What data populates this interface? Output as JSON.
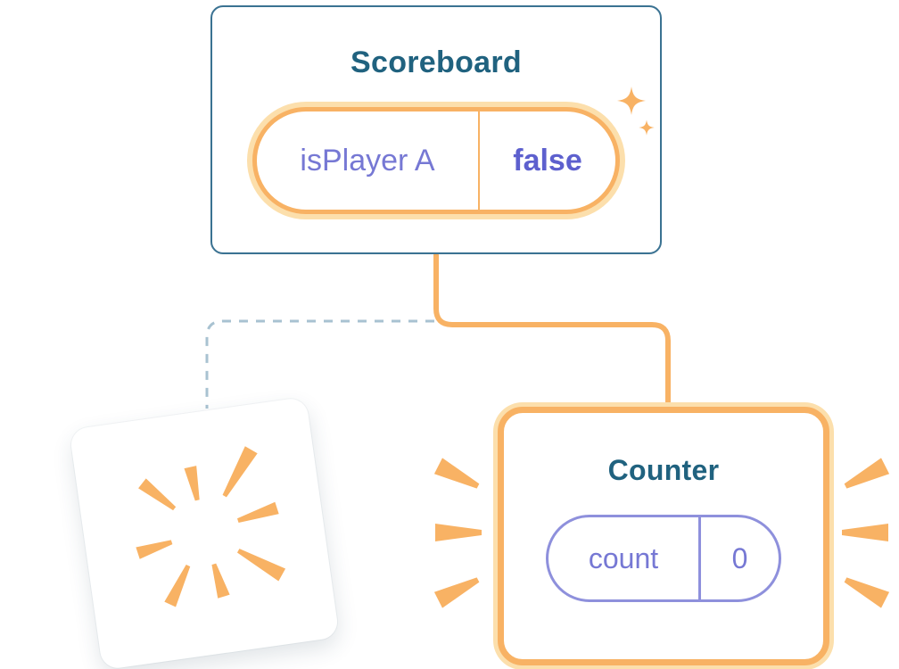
{
  "scoreboard": {
    "title": "Scoreboard",
    "state": {
      "key": "isPlayer A",
      "value": "false"
    }
  },
  "counter": {
    "title": "Counter",
    "state": {
      "key": "count",
      "value": "0"
    }
  },
  "icons": {
    "sparkle": "✦",
    "poof_rays": "burst-rays",
    "emphasis_marks": "shine-dashes"
  },
  "colors": {
    "orange": "#F8B264",
    "orange_halo": "#FCDFAC",
    "purple": "#7678D4",
    "purple_dark": "#5D60CE",
    "purple_border": "#8E90DC",
    "blue_text": "#20627F",
    "card_border": "#3A7292",
    "dashed": "#A8C2D1"
  }
}
